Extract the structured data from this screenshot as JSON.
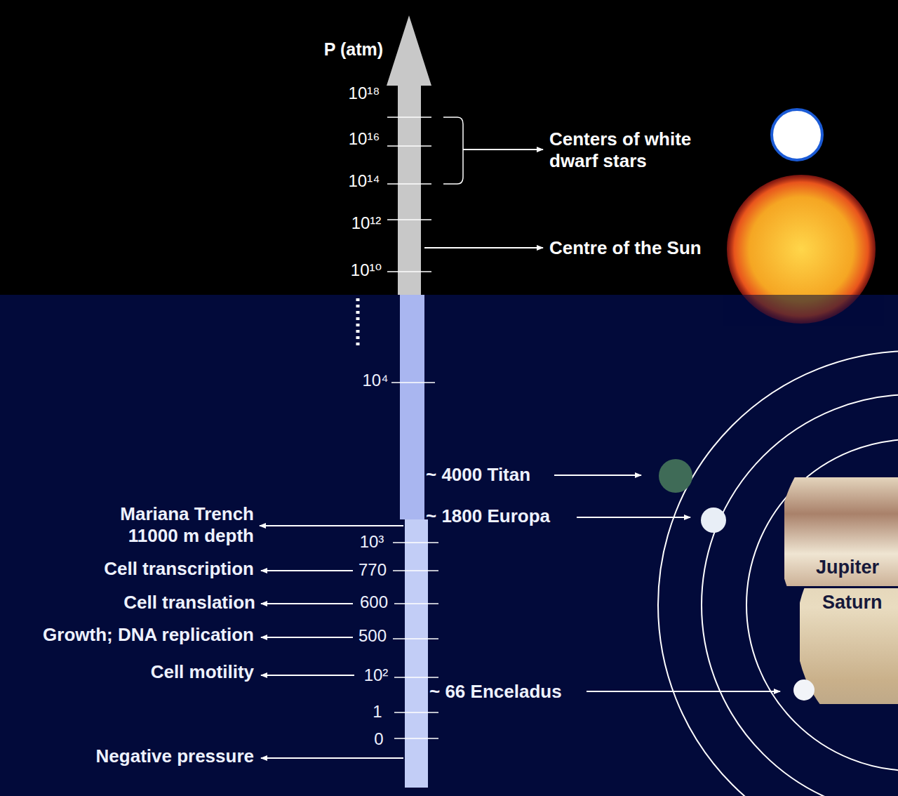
{
  "diagram": {
    "labels": [
      "P (atm)",
      "10¹⁸",
      "10¹⁶",
      "10¹⁴",
      "Centers of white dwarf stars",
      "10¹²",
      "10¹⁰",
      "Centre of the Sun",
      "10⁴",
      "~ 4000 Titan",
      "Mariana Trench 11000 m depth",
      "~ 1800 Europa",
      "10³",
      "Cell transcription",
      "770",
      "Cell translation",
      "600",
      "Growth; DNA replication",
      "500",
      "Jupiter",
      "Saturn",
      "Cell motility",
      "10²",
      "~ 66 Enceladus",
      "1",
      "0",
      "Negative pressure"
    ]
  }
}
